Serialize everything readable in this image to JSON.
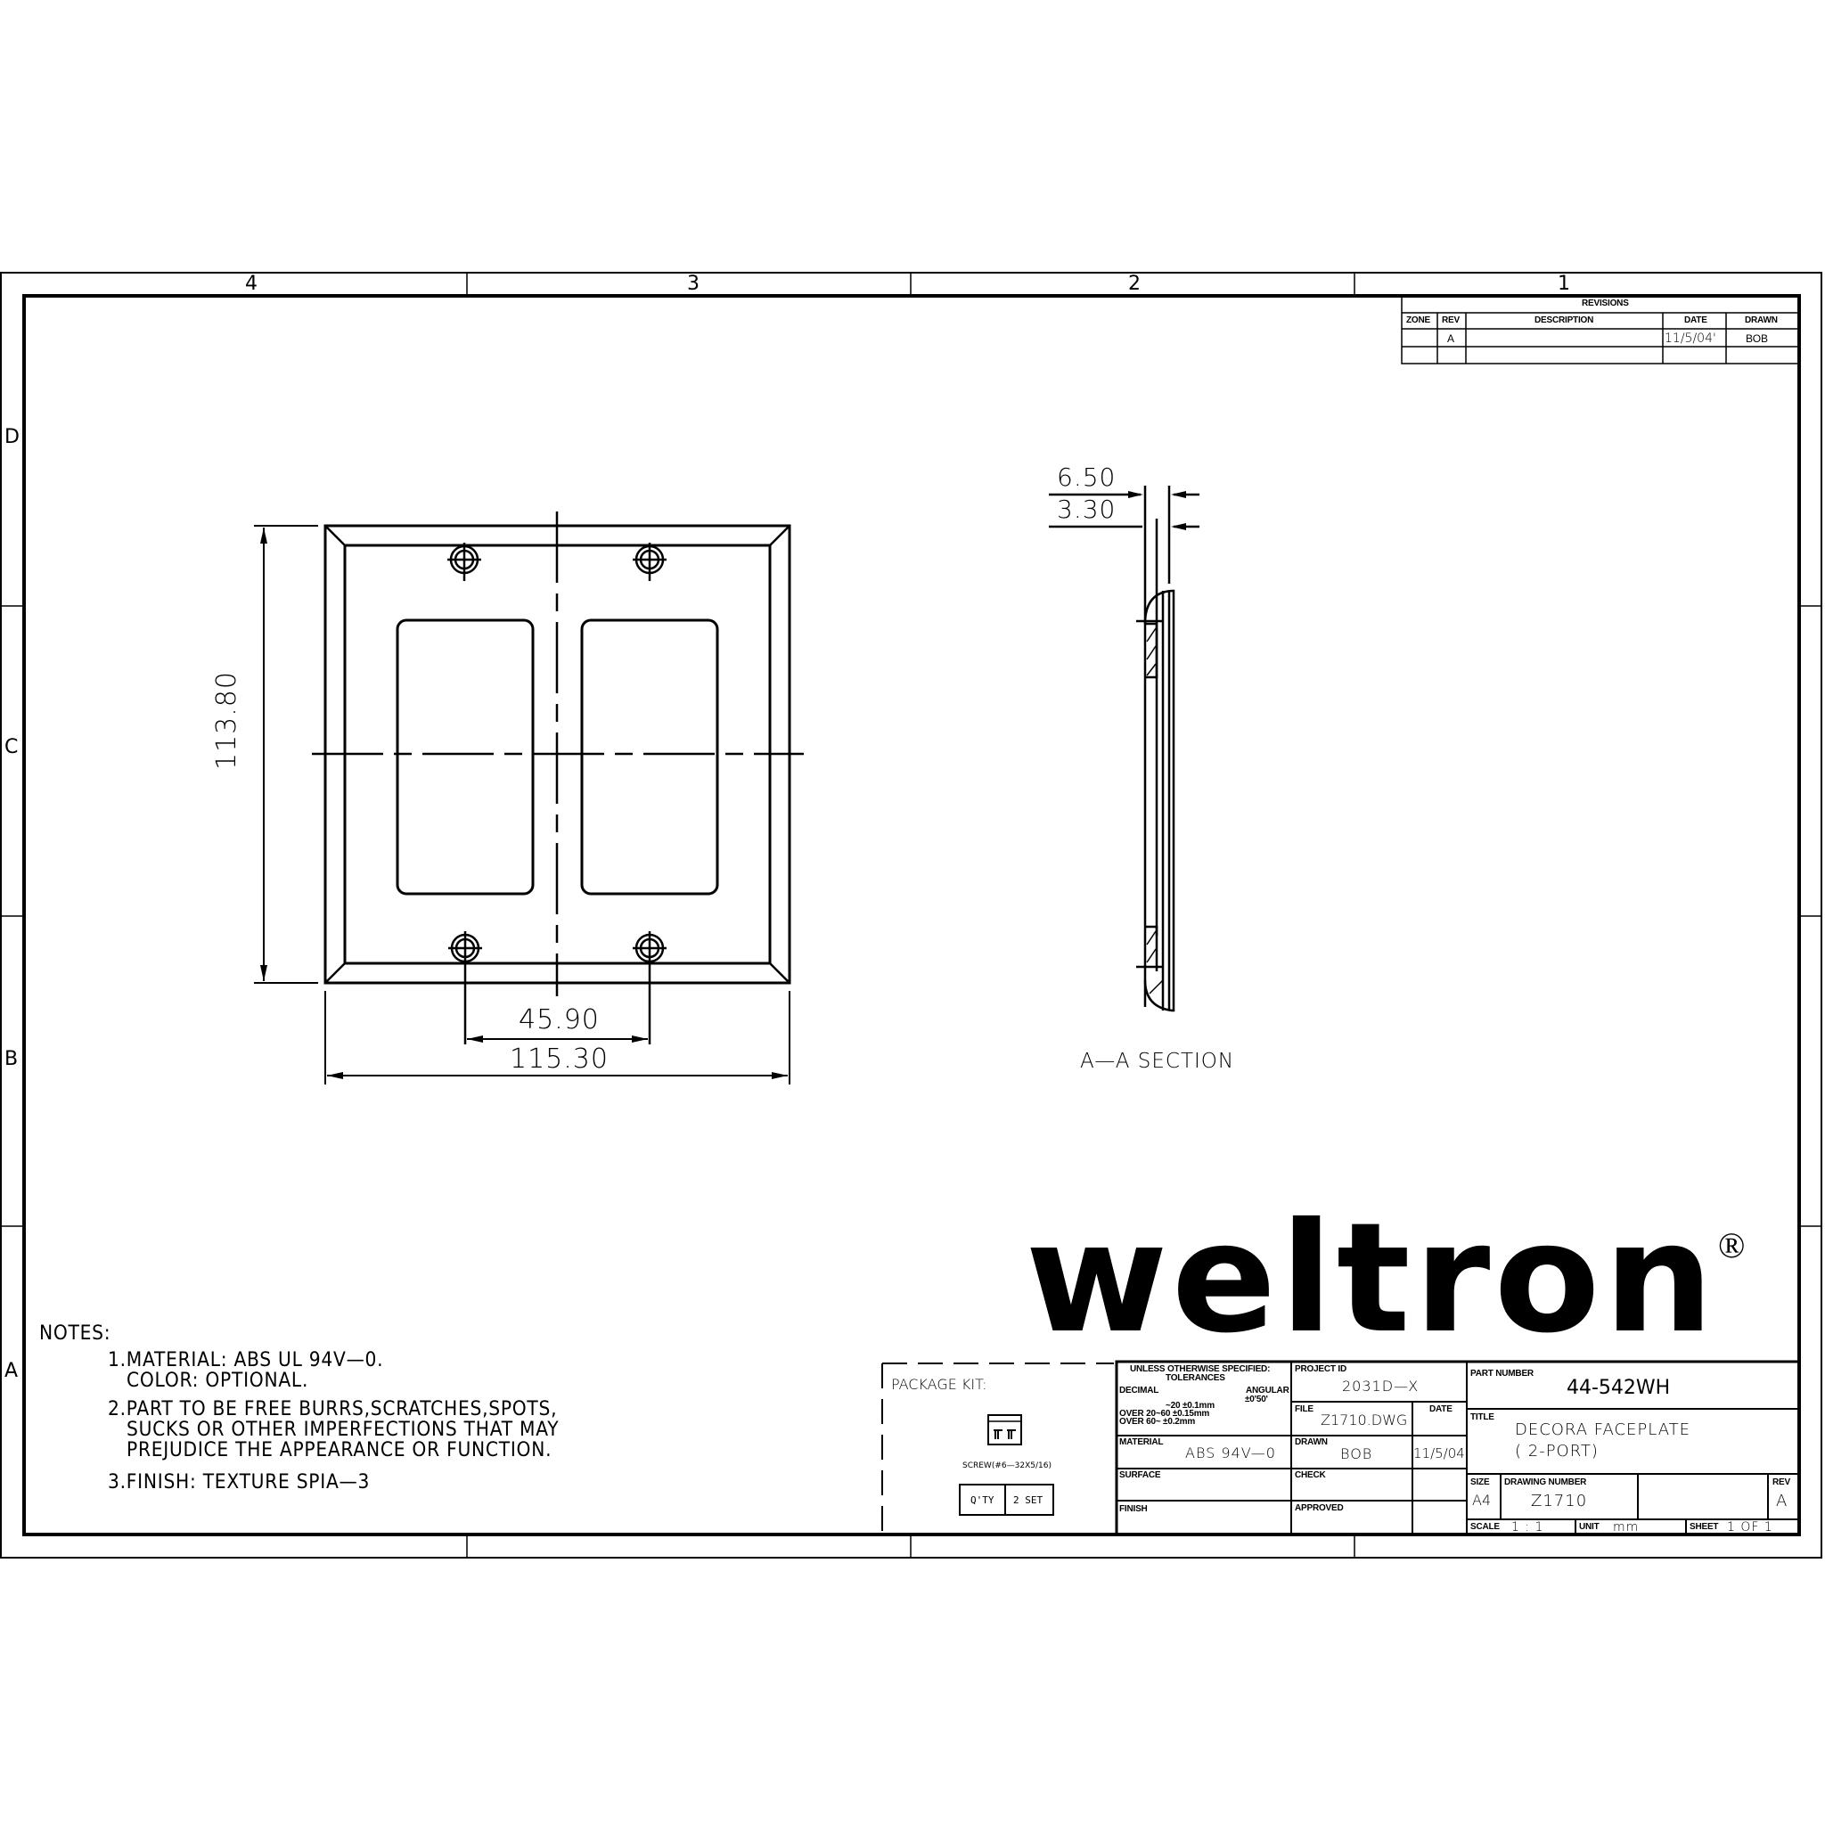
{
  "border": {
    "zones_top": [
      "4",
      "3",
      "2",
      "1"
    ],
    "zones_left": [
      "D",
      "C",
      "B",
      "A"
    ]
  },
  "revisions": {
    "title": "REVISIONS",
    "headers": [
      "ZONE",
      "REV",
      "DESCRIPTION",
      "DATE",
      "DRAWN"
    ],
    "rows": [
      {
        "zone": "",
        "rev": "A",
        "description": "",
        "date": "11/5/04'",
        "drawn": "BOB"
      },
      {
        "zone": "",
        "rev": "",
        "description": "",
        "date": "",
        "drawn": ""
      }
    ]
  },
  "front_view": {
    "height_dim": "113.80",
    "hole_spacing_dim": "45.90",
    "width_dim": "115.30"
  },
  "section_view": {
    "dim_outer": "6.50",
    "dim_inner": "3.30",
    "label": "A—A  SECTION"
  },
  "logo": {
    "text": "weltron",
    "registered": "®"
  },
  "notes": {
    "heading": "NOTES:",
    "items": [
      "1.MATERIAL:  ABS  UL  94V—0.",
      "COLOR:  OPTIONAL.",
      "2.PART  TO  BE  FREE  BURRS,SCRATCHES,SPOTS,",
      "SUCKS  OR  OTHER  IMPERFECTIONS  THAT  MAY",
      "PREJUDICE  THE  APPEARANCE  OR  FUNCTION.",
      "3.FINISH:  TEXTURE  SPIA—3"
    ]
  },
  "package_kit": {
    "title": "PACKAGE  KIT:",
    "icon": "screw-pack-icon",
    "item": "SCREW(#6—32X5/16)",
    "qty_label": "Q'TY",
    "qty_value": "2  SET"
  },
  "title_block": {
    "tolerances": {
      "heading1": "UNLESS  OTHERWISE  SPECIFIED:",
      "heading2": "TOLERANCES",
      "decimal_label": "DECIMAL",
      "angular_label": "ANGULAR",
      "angular_value": "±0'50'",
      "line1": "~20  ±0.1mm",
      "line2": "OVER  20~60  ±0.15mm",
      "line3": "OVER  60~      ±0.2mm"
    },
    "material_label": "MATERIAL",
    "material_value": "ABS  94V—0",
    "surface_label": "SURFACE",
    "finish_label": "FINISH",
    "project_id_label": "PROJECT  ID",
    "project_id_value": "2031D—X",
    "file_label": "FILE",
    "file_value": "Z1710.DWG",
    "date_label": "DATE",
    "drawn_label": "DRAWN",
    "drawn_value": "BOB",
    "drawn_date": "11/5/04'",
    "check_label": "CHECK",
    "approved_label": "APPROVED",
    "part_number_label": "PART  NUMBER",
    "part_number_value": "44-542WH",
    "title_label": "TITLE",
    "title_line1": "DECORA  FACEPLATE",
    "title_line2": "(    2-PORT)",
    "size_label": "SIZE",
    "size_value": "A4",
    "drawing_number_label": "DRAWING  NUMBER",
    "drawing_number_value": "Z1710",
    "rev_label": "REV",
    "rev_value": "A",
    "scale_label": "SCALE",
    "scale_value": "1  :  1",
    "unit_label": "UNIT",
    "unit_value": "mm",
    "sheet_label": "SHEET",
    "sheet_value": "1  OF  1"
  }
}
